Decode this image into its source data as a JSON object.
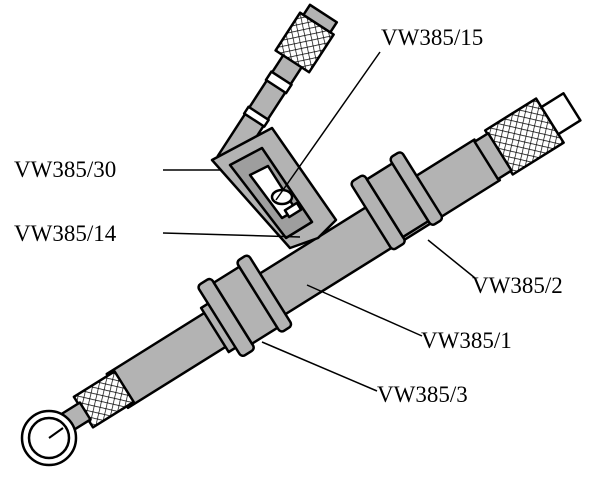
{
  "labels": {
    "vw385_15": "VW385/15",
    "vw385_30": "VW385/30",
    "vw385_14": "VW385/14",
    "vw385_2": "VW385/2",
    "vw385_1": "VW385/1",
    "vw385_3": "VW385/3"
  },
  "colors": {
    "tube_fill": "#b3b3b3",
    "outline": "#000000",
    "knurl_fill": "#ffffff",
    "background": "#ffffff"
  }
}
